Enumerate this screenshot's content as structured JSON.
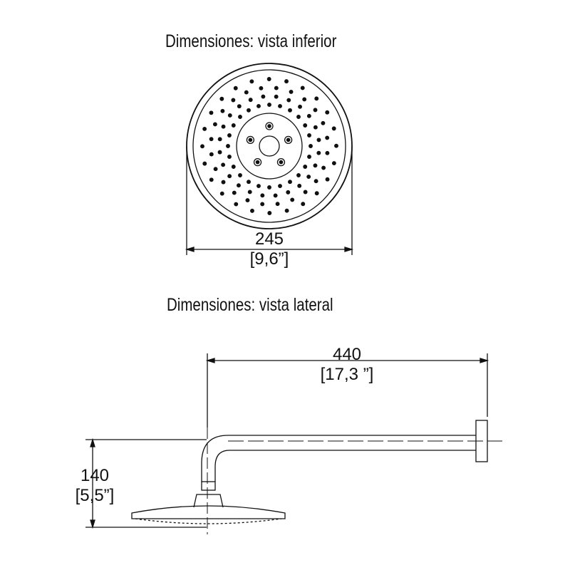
{
  "bottom_view": {
    "title": "Dimensiones: vista inferior",
    "dim_mm": "245",
    "dim_in": "[9,6”]"
  },
  "side_view": {
    "title": "Dimensiones: vista lateral",
    "length_mm": "440",
    "length_in": "[17,3 ”]",
    "height_mm": "140",
    "height_in": "[5,5”]"
  }
}
